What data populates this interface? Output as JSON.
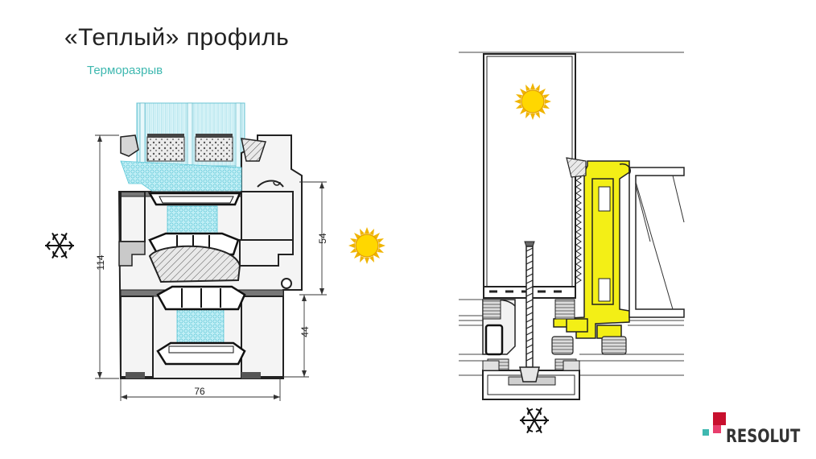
{
  "slide": {
    "title": "«Теплый» профиль",
    "subtitle": "Терморазрыв"
  },
  "window_section": {
    "dim_height_total": "114",
    "dim_sash": "54",
    "dim_frame": "44",
    "dim_width": "76"
  },
  "icons": {
    "sun": "sun-icon",
    "snowflake": "snowflake-icon"
  },
  "logo": {
    "text": "RESOLUT",
    "colors": {
      "dark_red": "#c8102e",
      "pink": "#e83e6c",
      "teal": "#3fb8b0"
    }
  },
  "colors": {
    "insulation": "#a9e6f0",
    "thermal_break": "#f3ef16",
    "profile_gray": "#9a9a9a",
    "subtitle": "#3fb8b0"
  }
}
